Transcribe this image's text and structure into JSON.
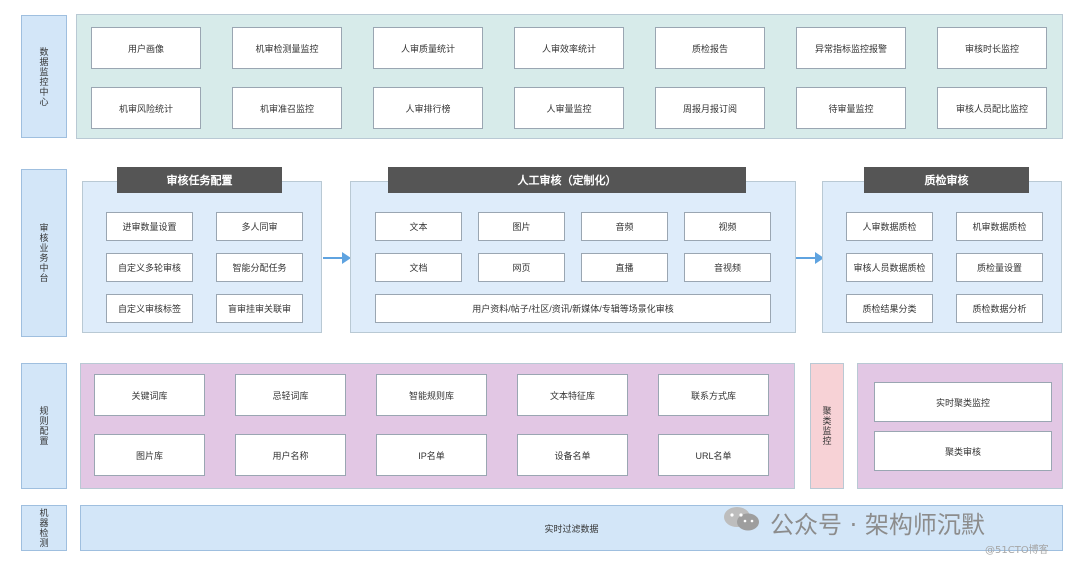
{
  "rows": {
    "monitor": "数据监控中心",
    "business": "审核业务中台",
    "rules": "规则配置",
    "machine": "机器检测"
  },
  "monitor_items": [
    "用户画像",
    "机审检测量监控",
    "人审质量统计",
    "人审效率统计",
    "质检报告",
    "异常指标监控报警",
    "审核时长监控",
    "机审风险统计",
    "机审准召监控",
    "人审排行榜",
    "人审量监控",
    "周报月报订阅",
    "待审量监控",
    "审核人员配比监控"
  ],
  "task_config": {
    "title": "审核任务配置",
    "items": [
      "进审数量设置",
      "多人同审",
      "自定义多轮审核",
      "智能分配任务",
      "自定义审核标签",
      "盲审挂审关联审"
    ]
  },
  "manual_review": {
    "title": "人工审核（定制化）",
    "items": [
      "文本",
      "图片",
      "音频",
      "视频",
      "文档",
      "网页",
      "直播",
      "音视频"
    ],
    "wide": "用户资料/帖子/社区/资讯/新媒体/专辑等场景化审核"
  },
  "quality_check": {
    "title": "质检审核",
    "items": [
      "人审数据质检",
      "机审数据质检",
      "审核人员数据质检",
      "质检量设置",
      "质检结果分类",
      "质检数据分析"
    ]
  },
  "rule_items": [
    "关键词库",
    "忌轻词库",
    "智能规则库",
    "文本特征库",
    "联系方式库",
    "图片库",
    "用户名称",
    "IP名单",
    "设备名单",
    "URL名单"
  ],
  "cluster_monitor": "聚类监控",
  "cluster_items": [
    "实时聚类监控",
    "聚类审核"
  ],
  "machine_bar": "实时过滤数据",
  "watermark": {
    "main": "公众号 · 架构师沉默",
    "sub": "@51CTO博客"
  },
  "colors": {
    "monitor_bg": "#d7ebea",
    "business_bg": "#deecfa",
    "rules_bg": "#e2c7e4",
    "cluster_bg": "#f7d2d6",
    "label_bg": "#d3e6f8",
    "header_bg": "#555555",
    "arrow": "#5fa3e0"
  }
}
